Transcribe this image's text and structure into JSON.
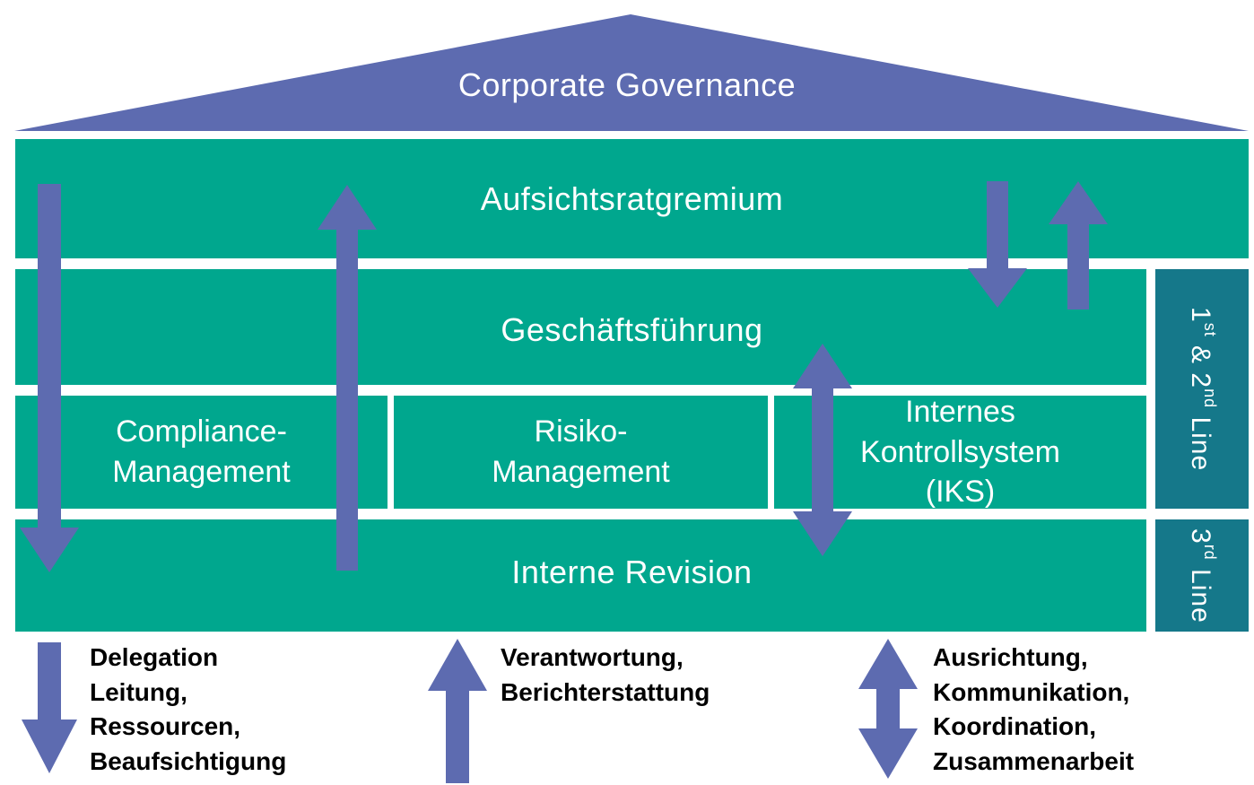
{
  "roof": {
    "title": "Corporate Governance"
  },
  "bands": {
    "top": "Aufsichtsratgremium",
    "middle": "Geschäftsführung",
    "bottom": "Interne Revision"
  },
  "boxes": [
    {
      "lines": [
        "Compliance-",
        "Management"
      ]
    },
    {
      "lines": [
        "Risiko-",
        "Management"
      ]
    },
    {
      "lines": [
        "Internes",
        "Kontrollsystem",
        "(IKS)"
      ]
    }
  ],
  "side_labels": {
    "first_second": [
      {
        "text": "1"
      },
      {
        "text": "st",
        "sup": true
      },
      {
        "text": " & 2"
      },
      {
        "text": "nd",
        "sup": true
      },
      {
        "text": " Line"
      }
    ],
    "third": [
      {
        "text": "3"
      },
      {
        "text": "rd",
        "sup": true
      },
      {
        "text": " Line"
      }
    ]
  },
  "legend": {
    "items": [
      {
        "icon": "down-arrow",
        "lines": [
          "Delegation",
          "Leitung,",
          "Ressourcen,",
          "Beaufsichtigung"
        ]
      },
      {
        "icon": "up-arrow",
        "lines": [
          "Verantwortung,",
          "Berichterstattung"
        ]
      },
      {
        "icon": "double-arrow",
        "lines": [
          "Ausrichtung,",
          "Kommunikation,",
          "Koordination,",
          "Zusammenarbeit"
        ]
      }
    ]
  },
  "colors": {
    "teal": "#00A78E",
    "dark_teal": "#15788A",
    "purple": "#5D6BB0"
  }
}
